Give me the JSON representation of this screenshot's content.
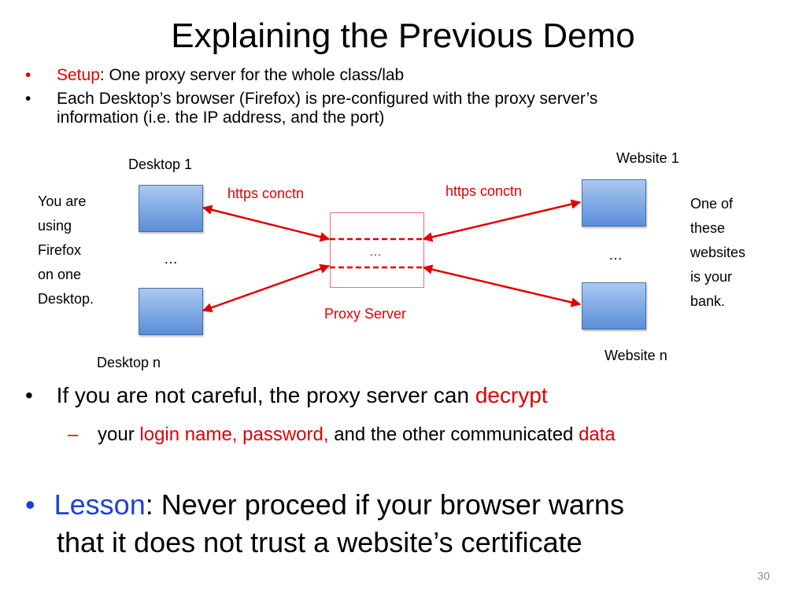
{
  "title": "Explaining the Previous Demo",
  "bullets_top": [
    {
      "bullet": "•",
      "key": "Setup",
      "text": ": One proxy server for the whole class/lab"
    },
    {
      "bullet": "•",
      "line1": "Each Desktop’s browser (Firefox) is pre-configured with the proxy server’s",
      "line2": "information (i.e. the IP address, and the port)"
    }
  ],
  "diagram": {
    "desktop_top_label": "Desktop 1",
    "desktop_bottom_label": "Desktop n",
    "desktop_ellipsis": "…",
    "website_top_label": "Website 1",
    "website_bottom_label": "Website n",
    "website_ellipsis": "…",
    "left_conn_label": "https conctn",
    "right_conn_label": "https conctn",
    "proxy_ellipsis": "…",
    "proxy_label": "Proxy Server",
    "left_note": [
      "You are",
      "using",
      "Firefox",
      "on one",
      "Desktop."
    ],
    "right_note": [
      "One of",
      "these",
      "websites",
      "is your",
      "bank."
    ],
    "colors": {
      "arrow": "#e00000",
      "box_top": "#a9c9f1",
      "box_bottom": "#5b8fd8"
    }
  },
  "bullet_mid": {
    "bullet": "•",
    "text": "If you are not careful, the proxy server can ",
    "highlight": "decrypt"
  },
  "sub_mid": {
    "dash": "–",
    "pre": "your ",
    "highlight1": "login name, password,",
    "mid": " and the other communicated ",
    "highlight2": "data"
  },
  "lesson": {
    "bullet": "•",
    "key": "Lesson",
    "text1": ":  Never proceed if your browser warns",
    "text2": "that it does not trust a website’s certificate"
  },
  "page_number": "30",
  "colors": {
    "accent_red": "#e00000",
    "accent_blue": "#1f3fd8"
  }
}
